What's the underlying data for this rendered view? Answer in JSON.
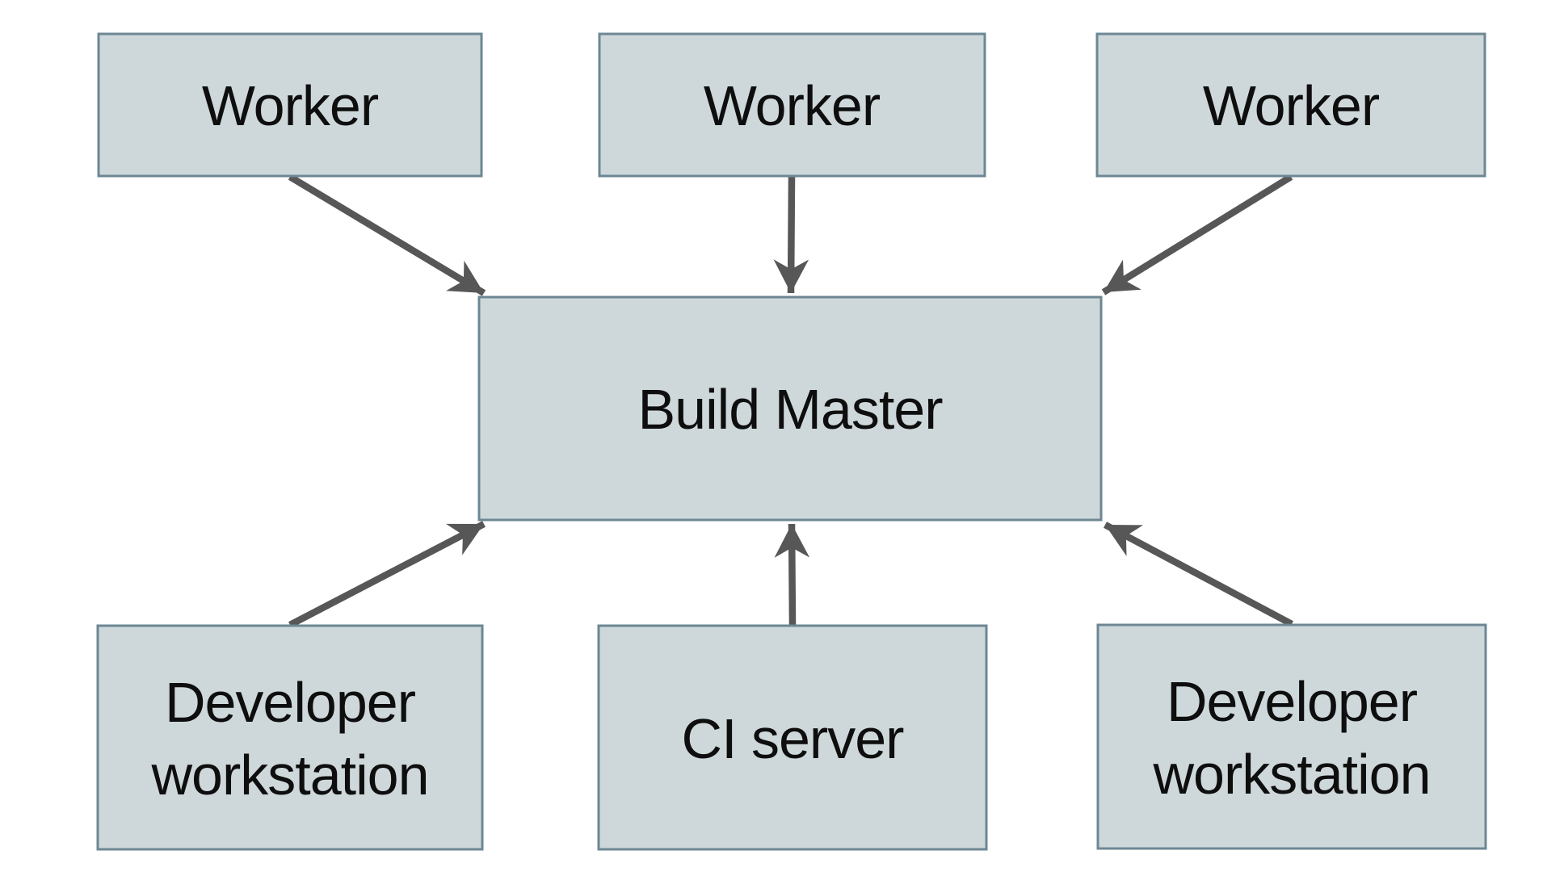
{
  "diagram": {
    "description": "Build system architecture diagram",
    "colors": {
      "background": "#ffffff",
      "node_fill": "#ced8da",
      "node_border": "#6d8794",
      "arrow": "#575757",
      "text": "#0e0e0e"
    },
    "nodes": [
      {
        "id": "worker-1",
        "label": "Worker",
        "lines": [
          "Worker"
        ]
      },
      {
        "id": "worker-2",
        "label": "Worker",
        "lines": [
          "Worker"
        ]
      },
      {
        "id": "worker-3",
        "label": "Worker",
        "lines": [
          "Worker"
        ]
      },
      {
        "id": "build-master",
        "label": "Build Master",
        "lines": [
          "Build Master"
        ]
      },
      {
        "id": "developer-workstation-1",
        "label": "Developer workstation",
        "lines": [
          "Developer",
          "workstation"
        ]
      },
      {
        "id": "ci-server",
        "label": "CI server",
        "lines": [
          "CI server"
        ]
      },
      {
        "id": "developer-workstation-2",
        "label": "Developer workstation",
        "lines": [
          "Developer",
          "workstation"
        ]
      }
    ],
    "edges": [
      {
        "from": "worker-1",
        "to": "build-master"
      },
      {
        "from": "worker-2",
        "to": "build-master"
      },
      {
        "from": "worker-3",
        "to": "build-master"
      },
      {
        "from": "developer-workstation-1",
        "to": "build-master"
      },
      {
        "from": "ci-server",
        "to": "build-master"
      },
      {
        "from": "developer-workstation-2",
        "to": "build-master"
      }
    ]
  }
}
